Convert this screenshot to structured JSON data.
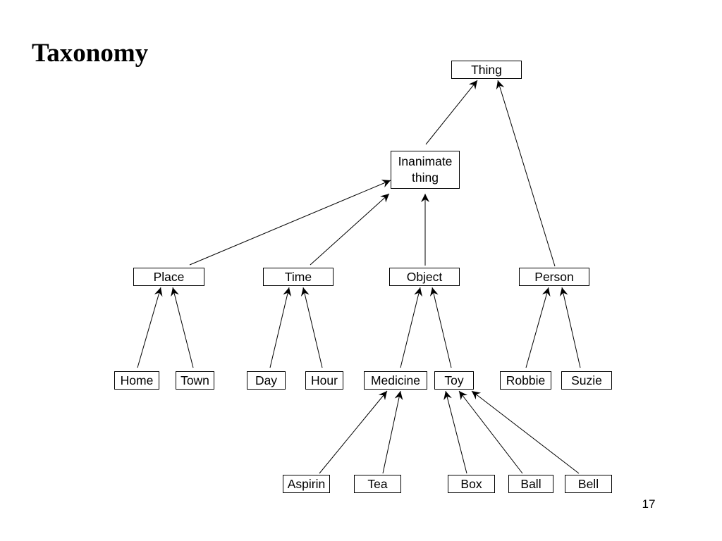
{
  "slide": {
    "title": "Taxonomy",
    "page_number": "17"
  },
  "taxonomy": {
    "nodes": [
      {
        "id": "thing",
        "label": "Thing"
      },
      {
        "id": "inanimate",
        "label": "Inanimate\nthing"
      },
      {
        "id": "place",
        "label": "Place"
      },
      {
        "id": "time",
        "label": "Time"
      },
      {
        "id": "object",
        "label": "Object"
      },
      {
        "id": "person",
        "label": "Person"
      },
      {
        "id": "home",
        "label": "Home"
      },
      {
        "id": "town",
        "label": "Town"
      },
      {
        "id": "day",
        "label": "Day"
      },
      {
        "id": "hour",
        "label": "Hour"
      },
      {
        "id": "medicine",
        "label": "Medicine"
      },
      {
        "id": "toy",
        "label": "Toy"
      },
      {
        "id": "robbie",
        "label": "Robbie"
      },
      {
        "id": "suzie",
        "label": "Suzie"
      },
      {
        "id": "aspirin",
        "label": "Aspirin"
      },
      {
        "id": "tea",
        "label": "Tea"
      },
      {
        "id": "box",
        "label": "Box"
      },
      {
        "id": "ball",
        "label": "Ball"
      },
      {
        "id": "bell",
        "label": "Bell"
      }
    ],
    "edges": [
      {
        "from": "inanimate",
        "to": "thing"
      },
      {
        "from": "person",
        "to": "thing"
      },
      {
        "from": "place",
        "to": "inanimate"
      },
      {
        "from": "time",
        "to": "inanimate"
      },
      {
        "from": "object",
        "to": "inanimate"
      },
      {
        "from": "home",
        "to": "place"
      },
      {
        "from": "town",
        "to": "place"
      },
      {
        "from": "day",
        "to": "time"
      },
      {
        "from": "hour",
        "to": "time"
      },
      {
        "from": "medicine",
        "to": "object"
      },
      {
        "from": "toy",
        "to": "object"
      },
      {
        "from": "robbie",
        "to": "person"
      },
      {
        "from": "suzie",
        "to": "person"
      },
      {
        "from": "aspirin",
        "to": "medicine"
      },
      {
        "from": "tea",
        "to": "medicine"
      },
      {
        "from": "box",
        "to": "toy"
      },
      {
        "from": "ball",
        "to": "toy"
      },
      {
        "from": "bell",
        "to": "toy"
      }
    ]
  }
}
